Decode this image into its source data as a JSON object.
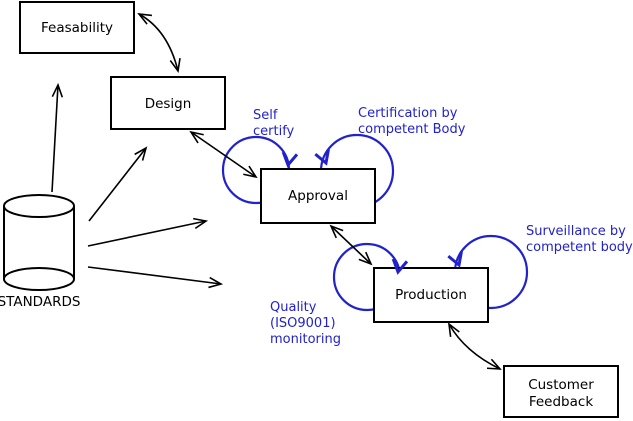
{
  "colors": {
    "annotation_blue": "#2222cc",
    "line_black": "#000000",
    "box_fill": "#ffffff"
  },
  "nodes": {
    "feasability": {
      "label": "Feasability"
    },
    "design": {
      "label": "Design"
    },
    "approval": {
      "label": "Approval"
    },
    "production": {
      "label": "Production"
    },
    "customer_feedback": {
      "line1": "Customer",
      "line2": "Feedback"
    },
    "standards": {
      "label": "STANDARDS"
    }
  },
  "annotations": {
    "self_certify": {
      "line1": "Self",
      "line2": "certify"
    },
    "certification": {
      "line1": "Certification by",
      "line2": "competent Body"
    },
    "surveillance": {
      "line1": "Surveillance by",
      "line2": "competent body"
    },
    "quality": {
      "line1": "Quality",
      "line2": "(ISO9001)",
      "line3": "monitoring"
    }
  }
}
